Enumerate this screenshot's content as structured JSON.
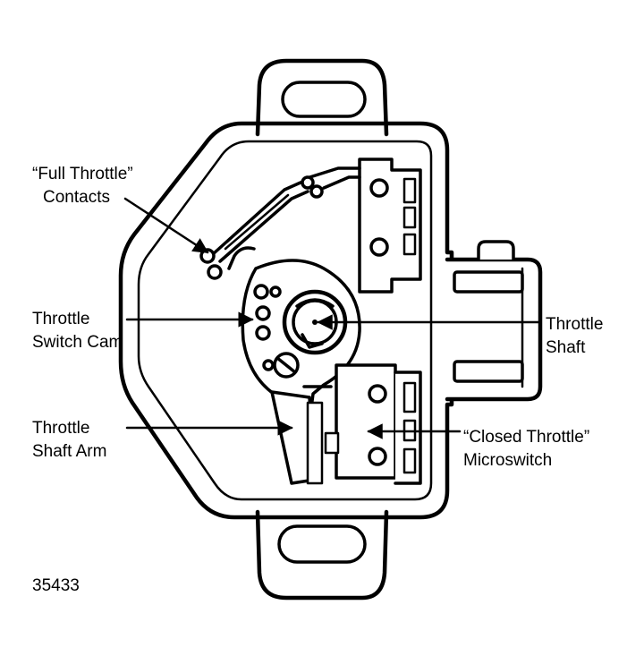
{
  "labels": {
    "full_throttle_contacts": [
      "“Full Throttle”",
      "Contacts"
    ],
    "throttle_switch_cam": [
      "Throttle",
      "Switch Cam"
    ],
    "throttle_shaft_arm": [
      "Throttle",
      "Shaft Arm"
    ],
    "throttle_shaft": [
      "Throttle",
      "Shaft"
    ],
    "closed_throttle_microswitch": [
      "“Closed Throttle”",
      "Microswitch"
    ]
  },
  "figure_number": "35433",
  "colors": {
    "ink": "#000000",
    "paper": "#ffffff"
  }
}
